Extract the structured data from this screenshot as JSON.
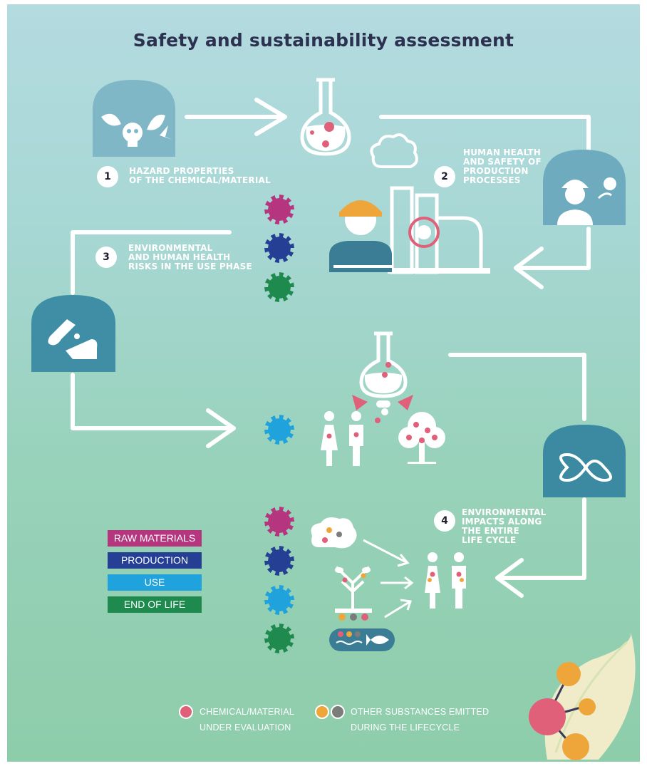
{
  "title": "Safety and sustainability assessment",
  "steps": [
    {
      "number": "1",
      "lines": [
        "HAZARD PROPERTIES",
        "OF THE CHEMICAL/MATERIAL"
      ]
    },
    {
      "number": "2",
      "lines": [
        "HUMAN HEALTH",
        "AND SAFETY OF",
        "PRODUCTION",
        "PROCESSES"
      ]
    },
    {
      "number": "3",
      "lines": [
        "ENVIRONMENTAL",
        "AND HUMAN HEALTH",
        "RISKS IN THE USE PHASE"
      ]
    },
    {
      "number": "4",
      "lines": [
        "ENVIRONMENTAL",
        "IMPACTS ALONG",
        "THE ENTIRE",
        "LIFE CYCLE"
      ]
    }
  ],
  "lifecycle_stages": [
    {
      "label": "RAW MATERIALS",
      "color": "#b5367f"
    },
    {
      "label": "PRODUCTION",
      "color": "#253f94"
    },
    {
      "label": "USE",
      "color": "#20a3dc"
    },
    {
      "label": "END OF LIFE",
      "color": "#1e8a4e"
    }
  ],
  "key": {
    "chemical": {
      "lines": [
        "CHEMICAL/MATERIAL",
        "UNDER EVALUATION"
      ],
      "color": "#e0607a"
    },
    "other": {
      "lines": [
        "OTHER SUBSTANCES EMITTED",
        "DURING THE LIFECYCLE"
      ],
      "colors": [
        "#eea63a",
        "#7c7c7c"
      ]
    }
  },
  "colors": {
    "panel": "#6fabbf",
    "panel_dark": "#3b8aa1",
    "ink": "#2c3150",
    "pink": "#e0607a",
    "orange": "#eea63a",
    "worker_shirt": "#3a7d94"
  },
  "icons": [
    "skull-plant-icon",
    "flask-icon",
    "worker-skull-icon",
    "hand-test-tube-icon",
    "factory-icon",
    "cloud-icon",
    "people-icon",
    "tree-icon",
    "fish-water-icon",
    "infinity-icon",
    "gear-icon"
  ]
}
